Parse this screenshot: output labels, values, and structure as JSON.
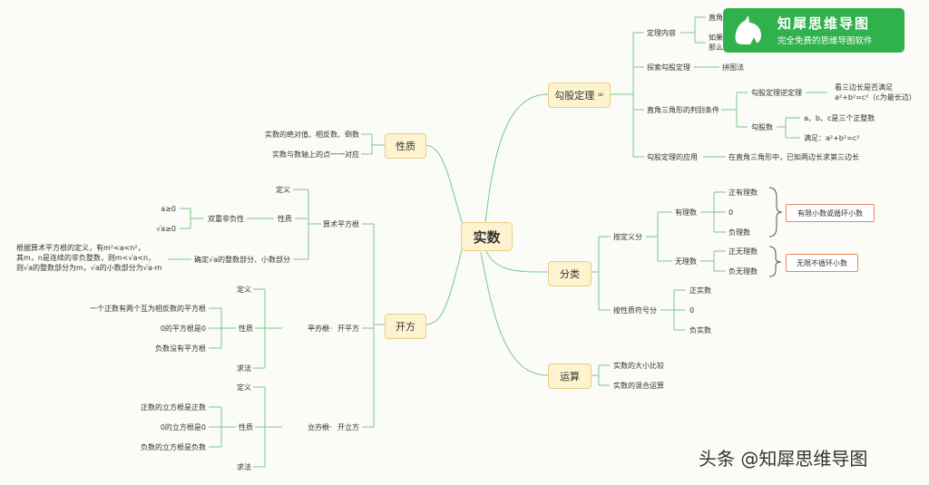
{
  "center": "实数",
  "branches": {
    "gougu": {
      "label": "勾股定理",
      "icon": "link-icon",
      "dingli": "定理内容",
      "dingli_a": "直角",
      "dingli_b": "如果\n那么",
      "tansuo": "探索勾股定理",
      "tansuo_a": "拼图法",
      "panbie": "直角三角形的判别条件",
      "niding": "勾股定理逆定理",
      "niding_a": "看三边长是否满足\na²+b²=c²（c为最长边）",
      "gushu": "勾股数",
      "gushu_a": "a、b、c是三个正整数",
      "gushu_b": "满足：a²+b²=c²",
      "yingyong": "勾股定理的应用",
      "yingyong_a": "在直角三角形中，已知两边长求第三边长"
    },
    "fenlei": {
      "label": "分类",
      "dingyi": "按定义分",
      "youli": "有理数",
      "zyl": "正有理数",
      "zero1": "0",
      "fyl": "负理数",
      "youli_note": "有限小数或循环小数",
      "wuli": "无理数",
      "zwl": "正无理数",
      "fwl": "负无理数",
      "wuli_note": "无限不循环小数",
      "fuhao": "按性质符号分",
      "zss": "正实数",
      "zero2": "0",
      "fss": "负实数"
    },
    "yunsuan": {
      "label": "运算",
      "a": "实数的大小比较",
      "b": "实数的混合运算"
    },
    "xingzhi": {
      "label": "性质",
      "a": "实数的绝对值、相反数、倒数",
      "b": "实数与数轴上的点一一对应"
    },
    "kaifang": {
      "label": "开方",
      "suanshu": "算术平方根",
      "ss_dingyi": "定义",
      "ss_xingzhi": "性质",
      "shuangchong": "双重非负性",
      "a_ge0": "a≥0",
      "sqa_ge0": "√a≥0",
      "queding": "确定√a的整数部分、小数部分",
      "queding_a": "根据算术平方根的定义，有m²<a<n²，\n其m，n是连续的非负整数，则m<√a<n，\n则√a的整数部分为m，√a的小数部分为√a-m",
      "kaipingfang": "开平方",
      "pingfanggen": "平方根",
      "pf_dingyi": "定义",
      "pf_xingzhi": "性质",
      "pf_x1": "一个正数有两个互为相反数的平方根",
      "pf_x2": "0的平方根是0",
      "pf_x3": "负数没有平方根",
      "pf_qiufa": "求法",
      "kailifang": "开立方",
      "lifanggen": "立方根",
      "lf_dingyi": "定义",
      "lf_xingzhi": "性质",
      "lf_x1": "正数的立方根是正数",
      "lf_x2": "0的立方根是0",
      "lf_x3": "负数的立方根是负数",
      "lf_qiufa": "求法"
    }
  },
  "brand": {
    "title": "知犀思维导图",
    "subtitle": "完全免费的思维导图软件"
  },
  "watermark": "头条 @知犀思维导图",
  "colors": {
    "line": "#79c98a",
    "node_fill": "#fdf3cf",
    "node_border": "#e8cf85",
    "note_border": "#e9895a",
    "brand": "#2fb24c"
  }
}
